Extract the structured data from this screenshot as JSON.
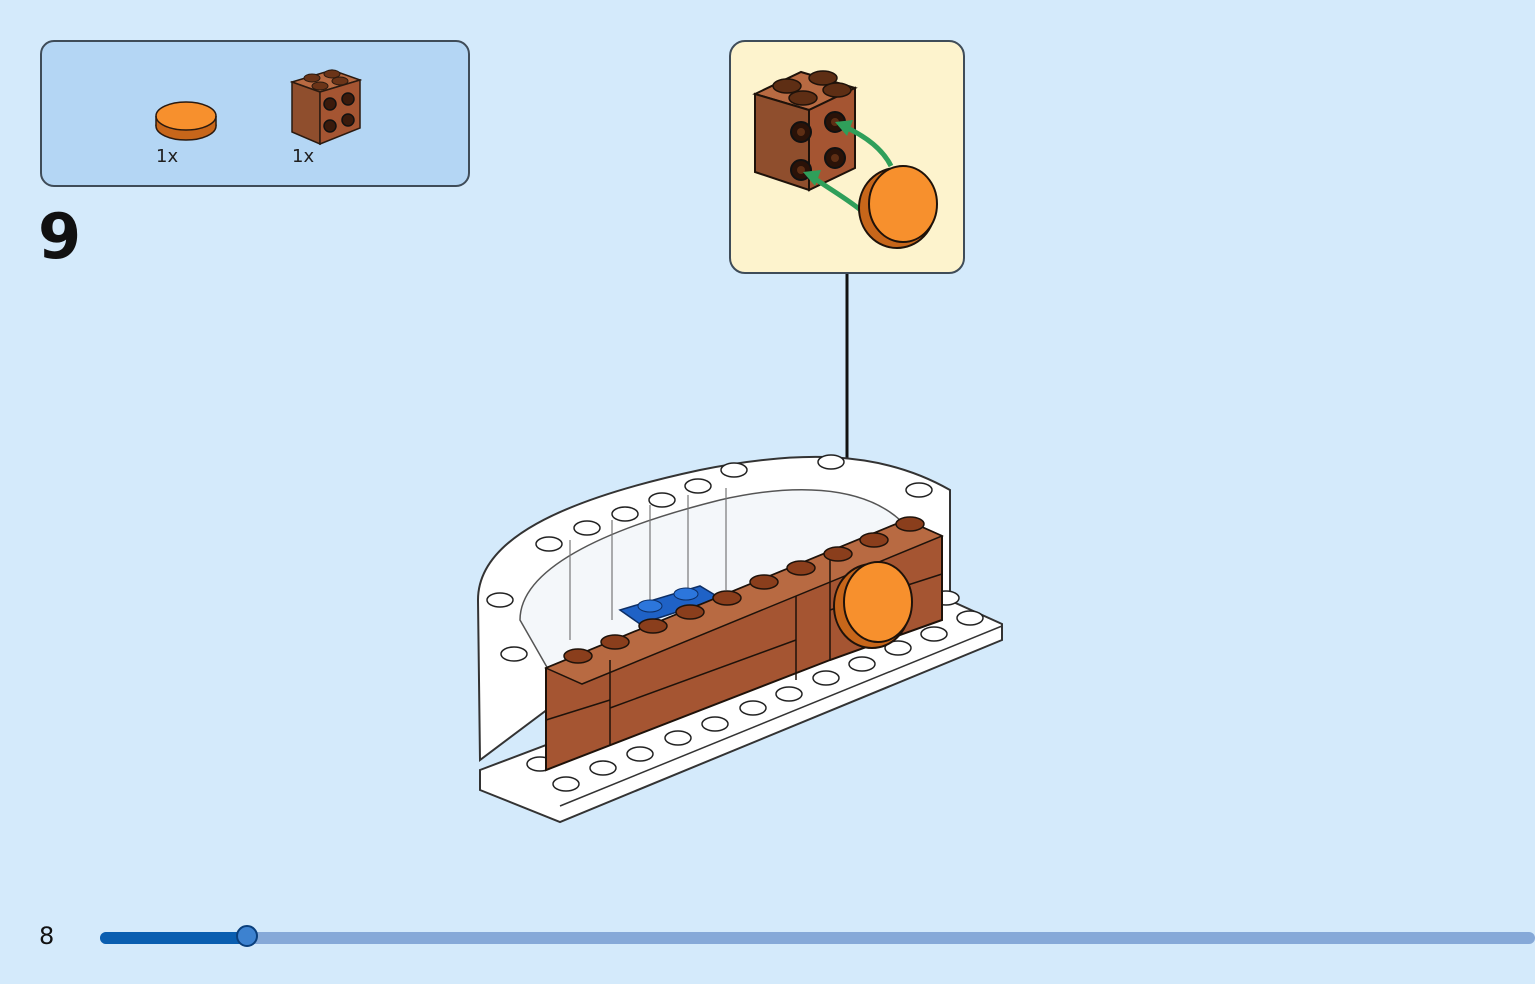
{
  "step": {
    "number": "9"
  },
  "parts": [
    {
      "name": "orange-round-tile-2x2",
      "count": "1x",
      "color": "#f7902d"
    },
    {
      "name": "brown-brick-2x2-with-side-studs",
      "count": "1x",
      "color": "#8f4e2d"
    }
  ],
  "colors": {
    "background": "#d4eafb",
    "parts_panel": "#b4d6f4",
    "callout_panel": "#fdf3cd",
    "brick_brown": "#a55532",
    "tile_orange": "#f7902d",
    "white_brick": "#ffffff",
    "blue_plate": "#1f62c6",
    "arrow_green": "#2f9f5a",
    "progress_fill": "#0a5eb0",
    "progress_track": "#86a9d8"
  },
  "page": {
    "number": "8",
    "progress": 0.095
  }
}
